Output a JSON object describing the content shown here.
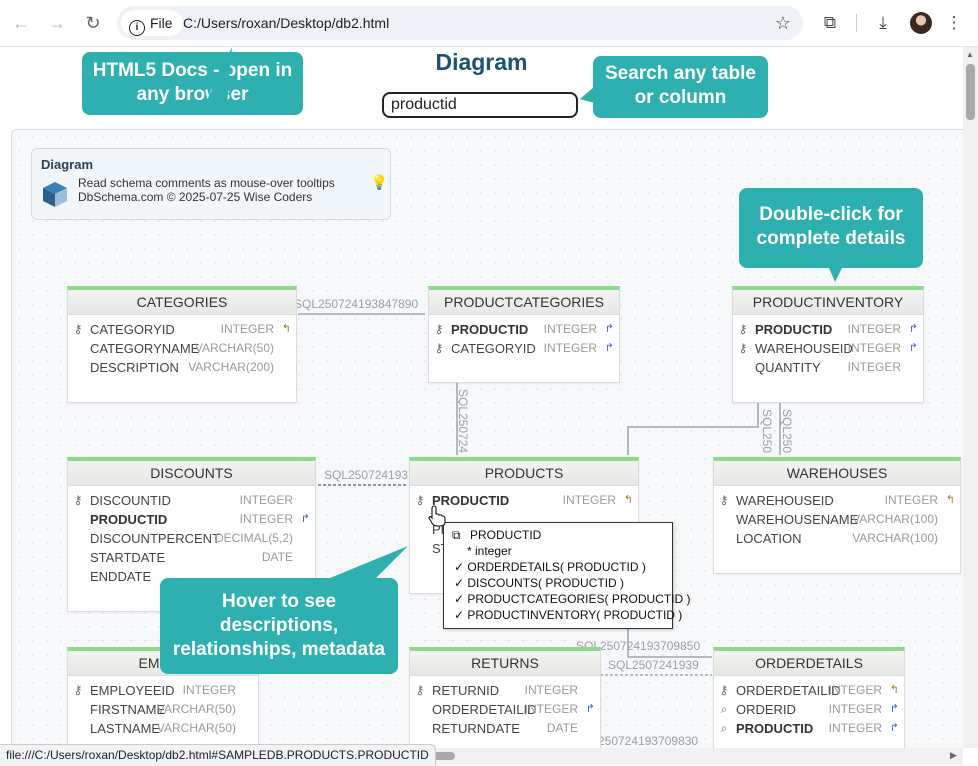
{
  "browser": {
    "scheme_label": "File",
    "url": "C:/Users/roxan/Desktop/db2.html",
    "status_url": "file:///C:/Users/roxan/Desktop/db2.html#SAMPLEDB.PRODUCTS.PRODUCTID"
  },
  "page": {
    "title": "Diagram",
    "search_value": "productid"
  },
  "info_card": {
    "title": "Diagram",
    "line1": "Read schema comments as mouse-over tooltips",
    "line2": "DbSchema.com © 2025-07-25 Wise Coders"
  },
  "callouts": {
    "docs": [
      "HTML5 Docs - open in",
      "any browser"
    ],
    "search": [
      "Search any table",
      "or column"
    ],
    "details": [
      "Double-click for",
      "complete details"
    ],
    "hover": [
      "Hover to see",
      "descriptions,",
      "relationships, metadata"
    ]
  },
  "tables": {
    "categories": {
      "name": "CATEGORIES",
      "columns": [
        {
          "name": "CATEGORYID",
          "type": "INTEGER"
        },
        {
          "name": "CATEGORYNAME",
          "type": "VARCHAR(50)"
        },
        {
          "name": "DESCRIPTION",
          "type": "VARCHAR(200)"
        }
      ]
    },
    "productcategories": {
      "name": "PRODUCTCATEGORIES",
      "columns": [
        {
          "name": "PRODUCTID",
          "type": "INTEGER"
        },
        {
          "name": "CATEGORYID",
          "type": "INTEGER"
        }
      ]
    },
    "productinventory": {
      "name": "PRODUCTINVENTORY",
      "columns": [
        {
          "name": "PRODUCTID",
          "type": "INTEGER"
        },
        {
          "name": "WAREHOUSEID",
          "type": "INTEGER"
        },
        {
          "name": "QUANTITY",
          "type": "INTEGER"
        }
      ]
    },
    "discounts": {
      "name": "DISCOUNTS",
      "columns": [
        {
          "name": "DISCOUNTID",
          "type": "INTEGER"
        },
        {
          "name": "PRODUCTID",
          "type": "INTEGER"
        },
        {
          "name": "DISCOUNTPERCENT",
          "type": "DECIMAL(5,2)"
        },
        {
          "name": "STARTDATE",
          "type": "DATE"
        },
        {
          "name": "ENDDATE",
          "type": ""
        }
      ]
    },
    "products": {
      "name": "PRODUCTS",
      "columns": [
        {
          "name": "PRODUCTID",
          "type": "INTEGER"
        },
        {
          "name": "PR",
          "type": ""
        },
        {
          "name": "ST",
          "type": ""
        }
      ]
    },
    "warehouses": {
      "name": "WAREHOUSES",
      "columns": [
        {
          "name": "WAREHOUSEID",
          "type": "INTEGER"
        },
        {
          "name": "WAREHOUSENAME",
          "type": "VARCHAR(100)"
        },
        {
          "name": "LOCATION",
          "type": "VARCHAR(100)"
        }
      ]
    },
    "employees": {
      "name": "EMPLO",
      "columns": [
        {
          "name": "EMPLOYEEID",
          "type": "INTEGER"
        },
        {
          "name": "FIRSTNAME",
          "type": "VARCHAR(50)"
        },
        {
          "name": "LASTNAME",
          "type": "VARCHAR(50)"
        }
      ]
    },
    "returns": {
      "name": "RETURNS",
      "columns": [
        {
          "name": "RETURNID",
          "type": "INTEGER"
        },
        {
          "name": "ORDERDETAILID",
          "type": "INTEGER"
        },
        {
          "name": "RETURNDATE",
          "type": "DATE"
        }
      ]
    },
    "orderdetails": {
      "name": "ORDERDETAILS",
      "columns": [
        {
          "name": "ORDERDETAILID",
          "type": "INTEGER"
        },
        {
          "name": "ORDERID",
          "type": "INTEGER"
        },
        {
          "name": "PRODUCTID",
          "type": "INTEGER"
        }
      ]
    }
  },
  "fk_labels": {
    "cat_pc": "SQL250724193847890",
    "pc_products": "SQL250724",
    "discounts_products": "SQL250724193",
    "pi_a": "SQL250",
    "pi_b": "SQL250",
    "od_1": "SQL250724193709850",
    "od_2": "SQL2507241939",
    "od_3": "250724193709830"
  },
  "tooltip": {
    "title": "PRODUCTID",
    "type": "* integer",
    "refs": [
      "✓ ORDERDETAILS( PRODUCTID )",
      "✓ DISCOUNTS( PRODUCTID )",
      "✓ PRODUCTCATEGORIES( PRODUCTID )",
      "✓ PRODUCTINVENTORY( PRODUCTID )"
    ]
  }
}
